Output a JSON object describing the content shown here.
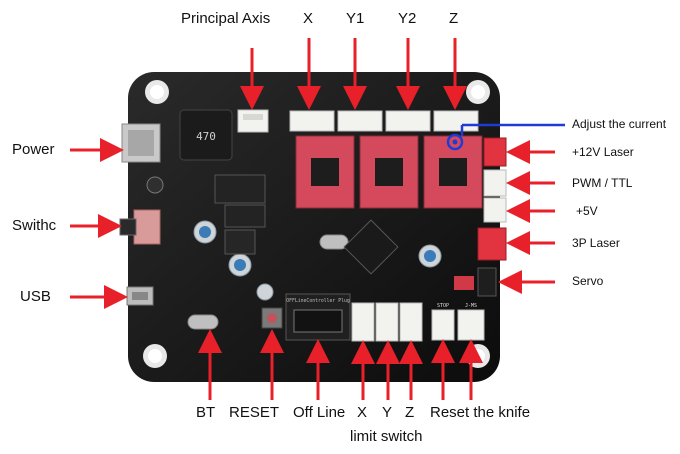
{
  "labels": {
    "top": {
      "principal_axis": "Principal Axis",
      "x": "X",
      "y1": "Y1",
      "y2": "Y2",
      "z": "Z"
    },
    "left": {
      "power": "Power",
      "switch": "Swithc",
      "usb": "USB"
    },
    "right": {
      "adjust_current": "Adjust the current",
      "laser_12v": "+12V Laser",
      "pwm_ttl": "PWM / TTL",
      "v5": "+5V",
      "laser_3p": "3P Laser",
      "servo": "Servo"
    },
    "bottom": {
      "bt": "BT",
      "reset": "RESET",
      "off_line": "Off Line",
      "x": "X",
      "y": "Y",
      "z": "Z",
      "reset_knife": "Reset the knife",
      "limit_switch": "limit switch"
    }
  },
  "board": {
    "inductor_marking": "470",
    "offline_header_silk": "OFFLineController Plug",
    "stop_silk": "STOP",
    "j_silk": "J-MS"
  },
  "colors": {
    "arrow": "#e8202a",
    "current_marker": "#1f3bd6",
    "board": "#121212",
    "connector": "#f2f2ee",
    "red_connector": "#e23440",
    "driver_board": "#d44a5c"
  }
}
